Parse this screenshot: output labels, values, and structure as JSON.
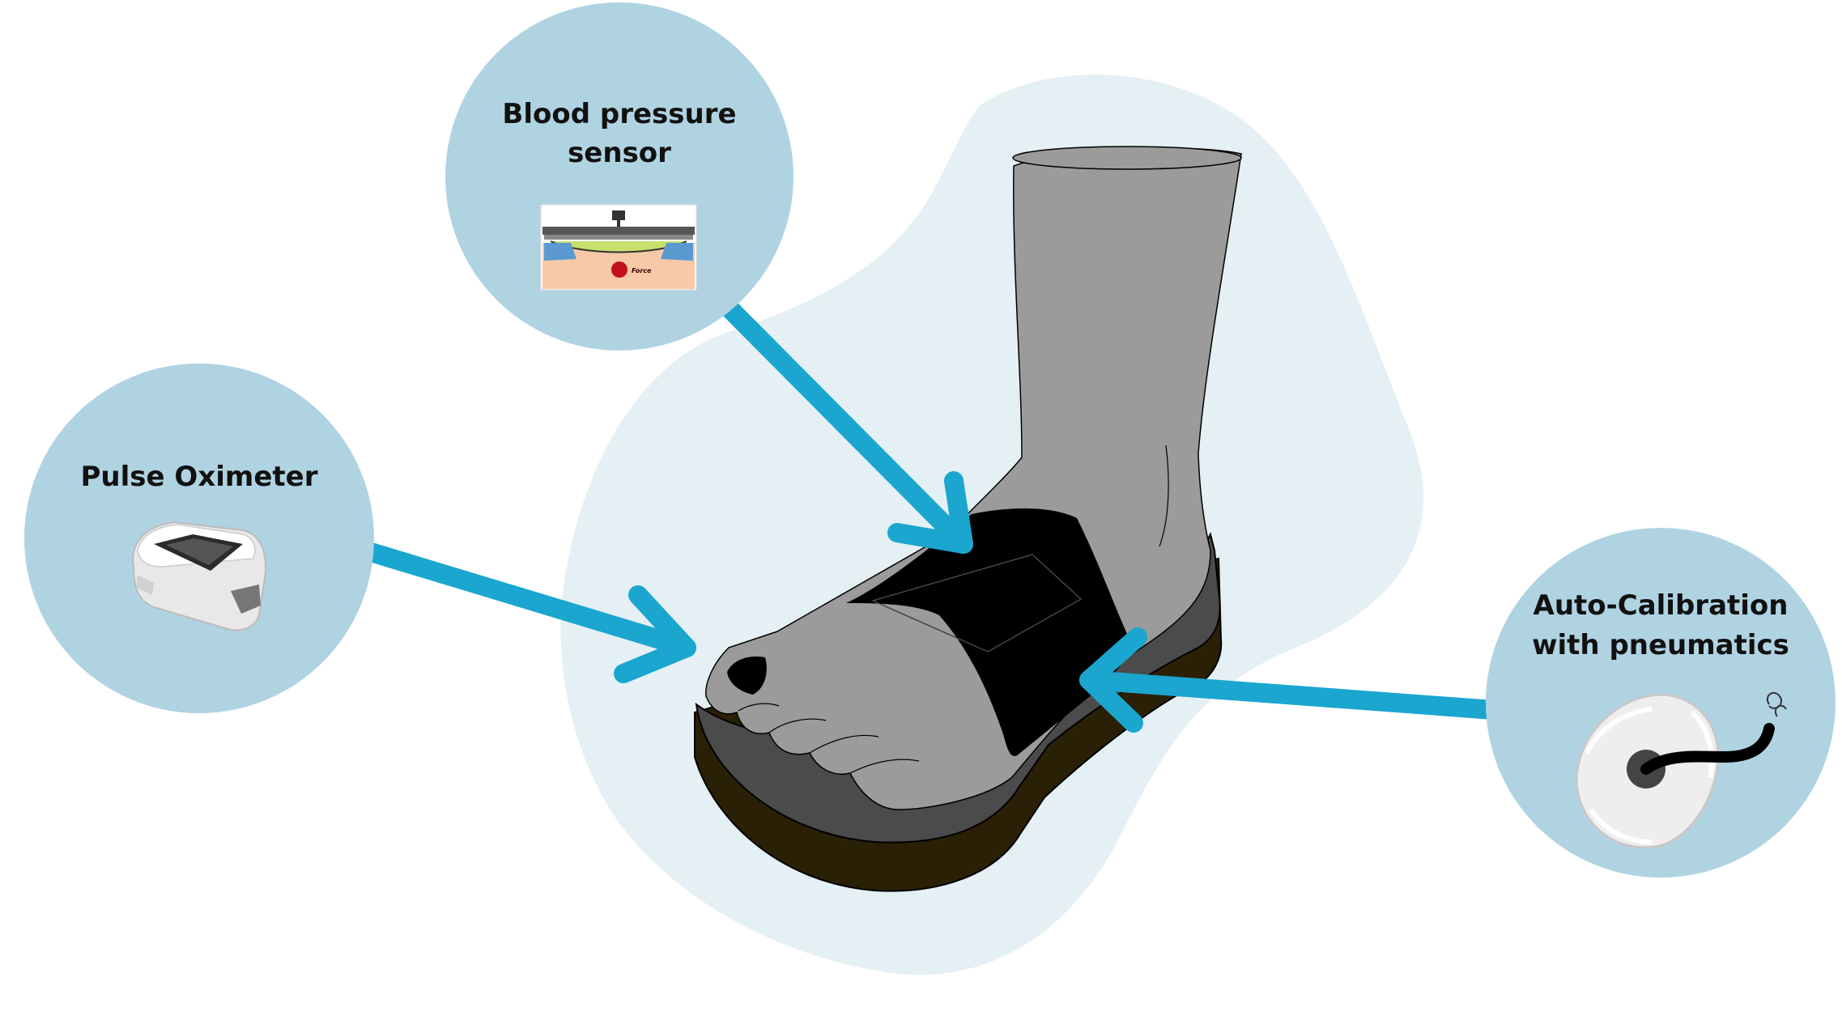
{
  "colors": {
    "background": "#ffffff",
    "blob": "#e5f0f4",
    "circle_fill": "#b0d3e2",
    "arrow": "#1ba6cf",
    "foot_fill": "#9b9b9b",
    "strap": "#000000",
    "sole_top": "#4b4b4b",
    "sole_bottom": "#2a2006"
  },
  "callouts": [
    {
      "id": "blood-pressure-sensor",
      "lines": [
        "Blood pressure",
        "sensor"
      ],
      "image_icon": "flexible-pressure-sensor-icon",
      "image_text": "Force"
    },
    {
      "id": "pulse-oximeter",
      "lines": [
        "Pulse Oximeter"
      ],
      "image_icon": "fingertip-pulse-oximeter-icon"
    },
    {
      "id": "auto-calibration",
      "lines": [
        "Auto-Calibration",
        "with pneumatics"
      ],
      "image_icon": "inflatable-air-bladder-icon"
    }
  ],
  "center_illustration": {
    "icon": "foot-in-sandal-with-strap-icon"
  }
}
